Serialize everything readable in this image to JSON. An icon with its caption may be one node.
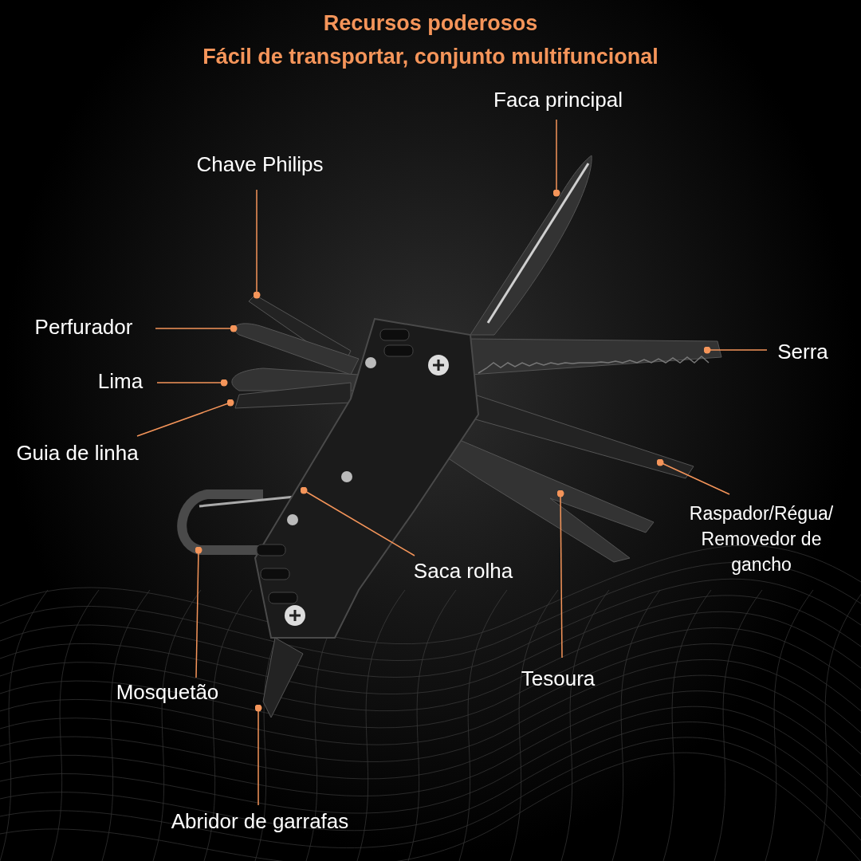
{
  "diagram": {
    "title": "Recursos poderosos",
    "nodes": [
      {
        "text": [
          "Faca principal"
        ]
      },
      {
        "text": [
          "Chave Philips"
        ]
      },
      {
        "text": [
          "Perfurador"
        ]
      },
      {
        "text": [
          "Serra"
        ]
      },
      {
        "text": [
          "Lima"
        ]
      },
      {
        "text": [
          "Guia de linha"
        ]
      },
      {
        "text": [
          "Raspador/Régua/ Removedor de gancho"
        ]
      },
      {
        "text": [
          "Saca rolha"
        ]
      },
      {
        "text": [
          "Mosquetão"
        ]
      },
      {
        "text": [
          "Tesoura"
        ]
      },
      {
        "text": [
          "Abridor de garrafas"
        ]
      }
    ],
    "edges": [
      {
        "from": 0,
        "to": null,
        "arrow": "other"
      },
      {
        "from": 1,
        "to": null,
        "arrow": "other"
      },
      {
        "from": 2,
        "to": null,
        "arrow": "other"
      },
      {
        "from": 3,
        "to": null,
        "arrow": "other"
      },
      {
        "from": 4,
        "to": null,
        "arrow": "other"
      },
      {
        "from": 5,
        "to": null,
        "arrow": "other"
      },
      {
        "from": 6,
        "to": null,
        "arrow": "other"
      },
      {
        "from": 7,
        "to": null,
        "arrow": "other"
      },
      {
        "from": 8,
        "to": null,
        "arrow": "other"
      },
      {
        "from": 9,
        "to": null,
        "arrow": "other"
      },
      {
        "from": 10,
        "to": null,
        "arrow": "other"
      }
    ],
    "labels": [
      "Fácil de transportar, conjunto multifuncional"
    ]
  }
}
